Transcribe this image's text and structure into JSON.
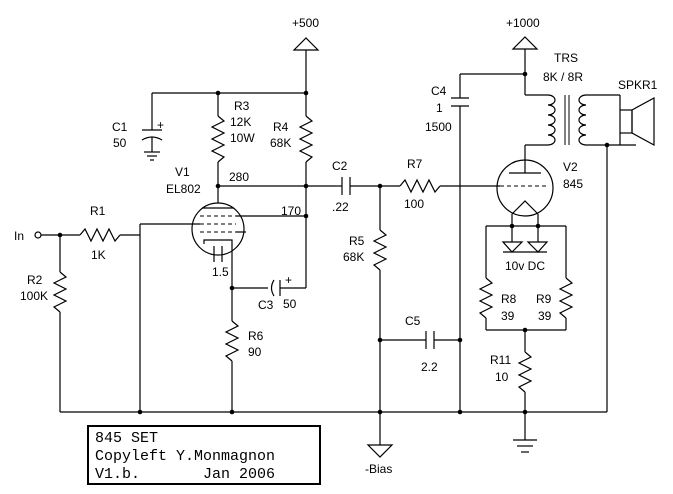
{
  "rails": {
    "b500": "+500",
    "b1000": "+1000",
    "bias": "-Bias",
    "input": "In"
  },
  "tubes": {
    "v1": {
      "ref": "V1",
      "type": "EL802"
    },
    "v2": {
      "ref": "V2",
      "type": "845"
    }
  },
  "transformer": {
    "ref": "TRS",
    "ratio": "8K / 8R"
  },
  "speaker": {
    "ref": "SPKR1"
  },
  "capacitors": {
    "c1": {
      "ref": "C1",
      "value": "50"
    },
    "c2": {
      "ref": "C2",
      "value": ".22"
    },
    "c3": {
      "ref": "C3",
      "value": "50"
    },
    "c4": {
      "ref": "C4",
      "value1": "1",
      "value2": "1500"
    },
    "c5": {
      "ref": "C5",
      "value": "2.2"
    }
  },
  "resistors": {
    "r1": {
      "ref": "R1",
      "value": "1K"
    },
    "r2": {
      "ref": "R2",
      "value": "100K"
    },
    "r3": {
      "ref": "R3",
      "value": "12K",
      "power": "10W"
    },
    "r4": {
      "ref": "R4",
      "value": "68K"
    },
    "r5": {
      "ref": "R5",
      "value": "68K"
    },
    "r6": {
      "ref": "R6",
      "value": "90"
    },
    "r7": {
      "ref": "R7",
      "value": "100"
    },
    "r8": {
      "ref": "R8",
      "value": "39"
    },
    "r9": {
      "ref": "R9",
      "value": "39"
    },
    "r11": {
      "ref": "R11",
      "value": "10"
    }
  },
  "voltages": {
    "v280": "280",
    "v170": "170",
    "v15": "1.5",
    "heater": "10v DC"
  },
  "polarity": {
    "plus": "+"
  },
  "title_block": {
    "line1": "845 SET",
    "line2": "Copyleft Y.Monmagnon",
    "line3": "V1.b.       Jan 2006"
  }
}
